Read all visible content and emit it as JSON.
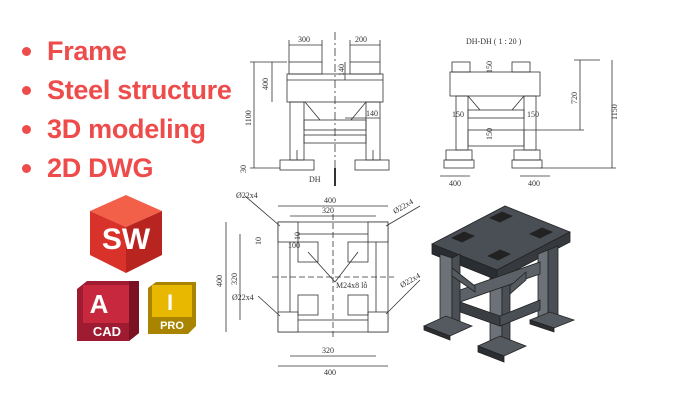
{
  "bullets": [
    {
      "label": "Frame"
    },
    {
      "label": "Steel structure"
    },
    {
      "label": "3D modeling"
    },
    {
      "label": "2D DWG"
    }
  ],
  "logos": {
    "solidworks": {
      "text": "SW",
      "color": "#e2382a",
      "icon": "solidworks-icon"
    },
    "autocad": {
      "letter": "A",
      "sub": "CAD",
      "color": "#c41e3a",
      "icon": "autocad-icon"
    },
    "inventor": {
      "letter": "I",
      "sub": "PRO",
      "color": "#e8b800",
      "icon": "inventor-icon"
    }
  },
  "drawing": {
    "front": {
      "d300": "300",
      "d200": "200",
      "d400": "400",
      "d140a": "140",
      "d1100": "1100",
      "d140b": "140",
      "d30": "30",
      "section": "DH"
    },
    "side": {
      "title": "DH-DH ( 1 : 20 )",
      "d150a": "150",
      "d720": "720",
      "d1150": "1150",
      "d150b": "150",
      "d150c": "150",
      "d150d": "150",
      "d400a": "400",
      "d400b": "400"
    },
    "plan": {
      "p22a": "Ø22x4",
      "p22b": "Ø22x4",
      "p22c": "Ø22x4",
      "p22d": "Ø22x4",
      "d400t": "400",
      "d320t": "320",
      "d400l": "400",
      "d320l": "320",
      "d10": "10",
      "d100": "100",
      "d10b": "10",
      "bolt": "M24x8 lỗ",
      "d320b": "320",
      "d400b": "400"
    }
  }
}
